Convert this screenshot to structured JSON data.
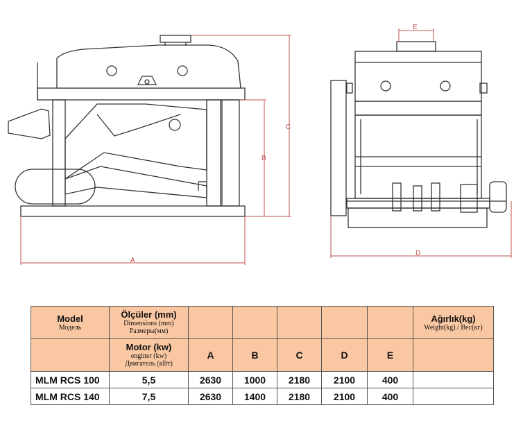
{
  "dimension_labels": {
    "a": "A",
    "b": "B",
    "c": "C",
    "d": "D",
    "e": "E"
  },
  "table": {
    "model_header": "Model",
    "model_header_ru": "Модель",
    "dimensions_header": "Ölçüler (mm)",
    "dimensions_header_en": "Dimensions (mm)",
    "dimensions_header_ru": "Размеры(мм)",
    "weight_header": "Ağırlık(kg)",
    "weight_header_sub": "Weight(kg) / Вес(кг)",
    "motor_header": "Motor (kw)",
    "motor_header_en": "enginer (kw)",
    "motor_header_ru": "Двигатель (кВт)",
    "columns": [
      "A",
      "B",
      "C",
      "D",
      "E"
    ],
    "rows": [
      {
        "model": "MLM RCS 100",
        "motor": "5,5",
        "A": "2630",
        "B": "1000",
        "C": "2180",
        "D": "2100",
        "E": "400",
        "weight": ""
      },
      {
        "model": "MLM RCS 140",
        "motor": "7,5",
        "A": "2630",
        "B": "1400",
        "C": "2180",
        "D": "2100",
        "E": "400",
        "weight": ""
      }
    ]
  },
  "colors": {
    "header_fill": "#f9c7a2",
    "dimension_line": "#c0504d",
    "drawing_line": "#333333"
  }
}
